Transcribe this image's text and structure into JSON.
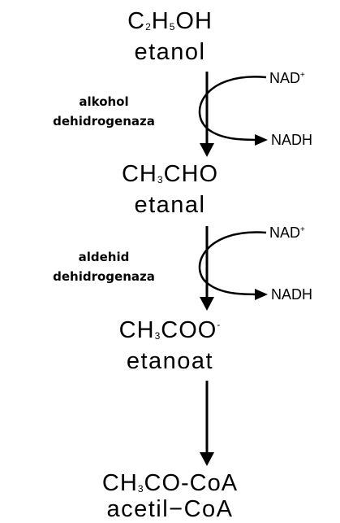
{
  "steps": [
    {
      "formula_main": "C",
      "formula_sub1": "2",
      "formula_mid": "H",
      "formula_sub2": "5",
      "formula_tail": "OH",
      "name": "etanol"
    },
    {
      "formula_main": "CH",
      "formula_sub1": "3",
      "formula_tail": "CHO",
      "name": "etanal"
    },
    {
      "formula_main": "CH",
      "formula_sub1": "3",
      "formula_tail": "COO",
      "formula_sup": "-",
      "name": "etanoat"
    },
    {
      "formula_main": "CH",
      "formula_sub1": "3",
      "formula_tail": "CO-CoA",
      "name": "acetil−CoA"
    }
  ],
  "enzymes": [
    {
      "line1": "alkohol",
      "line2": "dehidrogenaza"
    },
    {
      "line1": "aldehid",
      "line2": "dehidrogenaza"
    }
  ],
  "cofactors": {
    "nad": "NAD",
    "nad_sup": "+",
    "nadh": "NADH"
  },
  "colors": {
    "ink": "#000000",
    "background": "#ffffff"
  }
}
